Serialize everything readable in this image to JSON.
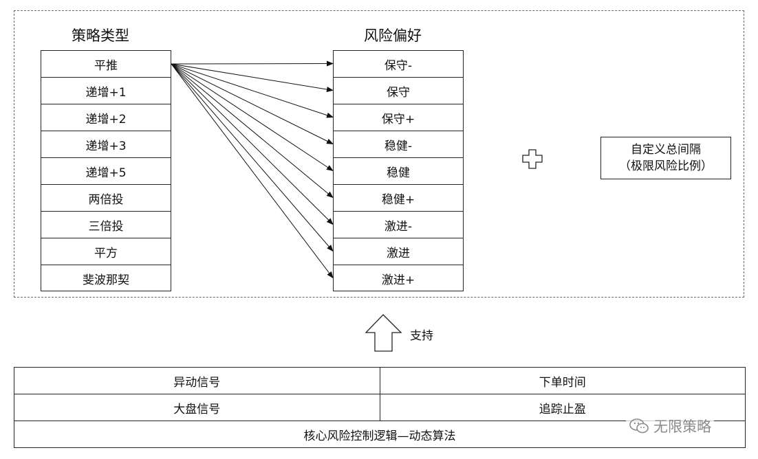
{
  "strategy": {
    "title": "策略类型",
    "items": [
      "平推",
      "递增+1",
      "递增+2",
      "递增+3",
      "递增+5",
      "两倍投",
      "三倍投",
      "平方",
      "斐波那契"
    ]
  },
  "risk": {
    "title": "风险偏好",
    "items": [
      "保守-",
      "保守",
      "保守+",
      "稳健-",
      "稳健",
      "稳健+",
      "激进-",
      "激进",
      "激进+"
    ]
  },
  "plus_icon": "plus-icon",
  "custom": {
    "line1": "自定义总间隔",
    "line2": "（极限风险比例）"
  },
  "support": {
    "icon": "up-arrow-icon",
    "label": "支持"
  },
  "bottom_table": {
    "rows": [
      [
        "异动信号",
        "下单时间"
      ],
      [
        "大盘信号",
        "追踪止盈"
      ]
    ],
    "footer": "核心风险控制逻辑—动态算法"
  },
  "watermark": {
    "icon": "wechat-icon",
    "text": "无限策略"
  }
}
